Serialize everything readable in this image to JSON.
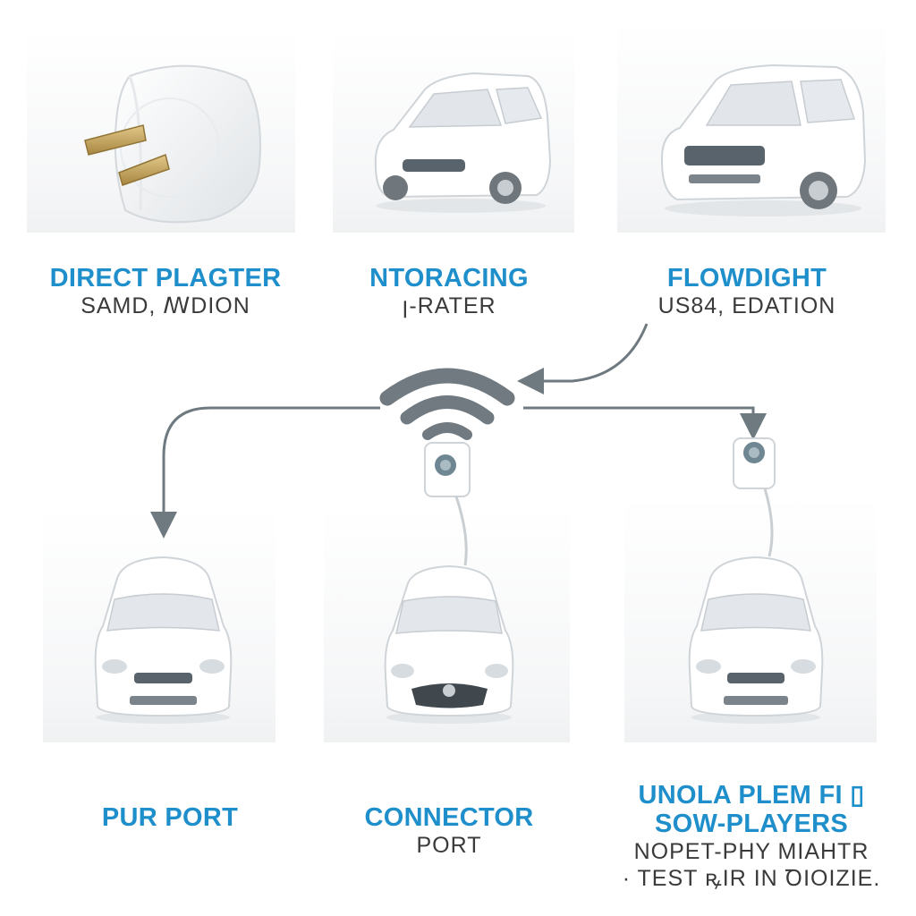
{
  "colors": {
    "title": "#1f8fcb",
    "subtitle": "#3a3a3a",
    "connector": "#6e7a80",
    "signal": "#707a80"
  },
  "top_row": [
    {
      "title": "DIRECT PLAGTER",
      "subtitle": "SAMD, ꟿDION",
      "icon": "plug-icon"
    },
    {
      "title": "NTORACING",
      "subtitle": "ꞁ-RATER",
      "icon": "suv-icon"
    },
    {
      "title": "FLOWDIGHT",
      "subtitle": "US84, EDATION",
      "icon": "truck-icon"
    }
  ],
  "center": {
    "icon": "wifi-signal-icon"
  },
  "bottom_row": [
    {
      "title": "PUR PORT",
      "icon": "car-front-icon"
    },
    {
      "title": "CONNECTOR",
      "subtitle": "PORT",
      "icon": "car-front-icon"
    },
    {
      "title": "UNOLA PLEM FI ▯",
      "title2": "SOW-PLAYERS",
      "line3": "NOPET-PHY MIAHTR",
      "line4": "· TEST ꝶIR IN ꝹIOIZIE.",
      "icon": "car-front-icon"
    }
  ]
}
